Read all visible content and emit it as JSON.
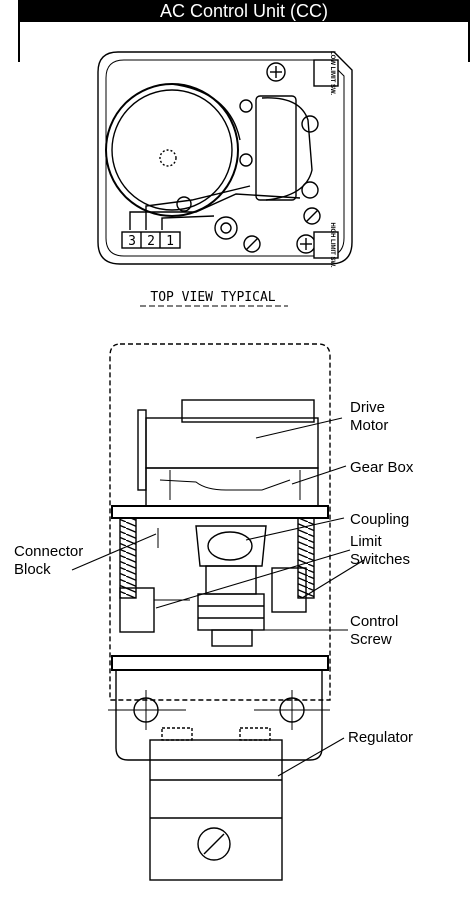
{
  "header": {
    "title": "AC Control Unit (CC)"
  },
  "top_view": {
    "caption": "TOP VIEW TYPICAL",
    "terminals": [
      "3",
      "2",
      "1"
    ],
    "tag_low": "LOW LIMIT SW.",
    "tag_high": "HIGH LIMIT SW."
  },
  "labels": {
    "drive_motor_1": "Drive",
    "drive_motor_2": "Motor",
    "gear_box": "Gear Box",
    "coupling": "Coupling",
    "limit_switches_1": "Limit",
    "limit_switches_2": "Switches",
    "connector_block_1": "Connector",
    "connector_block_2": "Block",
    "control_screw_1": "Control",
    "control_screw_2": "Screw",
    "regulator": "Regulator"
  }
}
